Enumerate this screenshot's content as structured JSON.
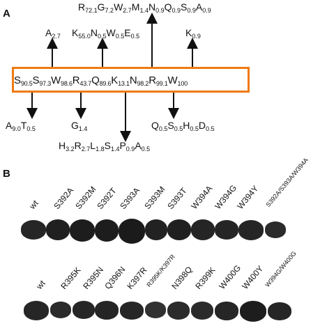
{
  "panels": {
    "a_label": "A",
    "b_label": "B"
  },
  "panel_a": {
    "sequence": [
      {
        "aa": "S",
        "pct": "90.5"
      },
      {
        "aa": "S",
        "pct": "97.3"
      },
      {
        "aa": "W",
        "pct": "98.6"
      },
      {
        "aa": "R",
        "pct": "43.7"
      },
      {
        "aa": "Q",
        "pct": "89.6"
      },
      {
        "aa": "K",
        "pct": "13.1"
      },
      {
        "aa": "N",
        "pct": "98.2"
      },
      {
        "aa": "R",
        "pct": "99.1"
      },
      {
        "aa": "W",
        "pct": "100"
      }
    ],
    "above": [
      {
        "text": [
          [
            "A",
            "2.7"
          ]
        ]
      },
      {
        "text": [
          [
            "K",
            "55.0"
          ],
          [
            "N",
            "0.5"
          ],
          [
            "W",
            "0.5"
          ],
          [
            "E",
            "0.5"
          ]
        ]
      },
      {
        "text": [
          [
            "R",
            "72.1"
          ],
          [
            "G",
            "7.2"
          ],
          [
            "W",
            "2.7"
          ],
          [
            "M",
            "1.4"
          ],
          [
            "N",
            "0.9"
          ],
          [
            "Q",
            "0.9"
          ],
          [
            "S",
            "0.9"
          ],
          [
            "A",
            "0.9"
          ]
        ]
      },
      {
        "text": [
          [
            "K",
            "0.9"
          ]
        ]
      }
    ],
    "below": [
      {
        "text": [
          [
            "A",
            "9.0"
          ],
          [
            "T",
            "0.5"
          ]
        ]
      },
      {
        "text": [
          [
            "G",
            "1.4"
          ]
        ]
      },
      {
        "text": [
          [
            "H",
            "3.2"
          ],
          [
            "R",
            "2.7"
          ],
          [
            "L",
            "1.8"
          ],
          [
            "S",
            "1.4"
          ],
          [
            "P",
            "0.9"
          ],
          [
            "A",
            "0.5"
          ]
        ]
      },
      {
        "text": [
          [
            "Q",
            "0.5"
          ],
          [
            "S",
            "0.5"
          ],
          [
            "H",
            "0.5"
          ],
          [
            "D",
            "0.5"
          ]
        ]
      }
    ],
    "box_color": "#f07a12"
  },
  "panel_b": {
    "blot1_lanes": [
      "wt",
      "S392A",
      "S392M",
      "S392T",
      "S393A",
      "S393M",
      "S393T",
      "W394A",
      "W394G",
      "W394Y",
      "S392A/S393A/W394A"
    ],
    "blot2_lanes": [
      "wt",
      "R395K",
      "R395N",
      "Q396N",
      "K397R",
      "R395K/K397R",
      "N398Q",
      "R399K",
      "W400G",
      "W400Y",
      "W394G/W400G"
    ],
    "band_color": "#141414"
  }
}
